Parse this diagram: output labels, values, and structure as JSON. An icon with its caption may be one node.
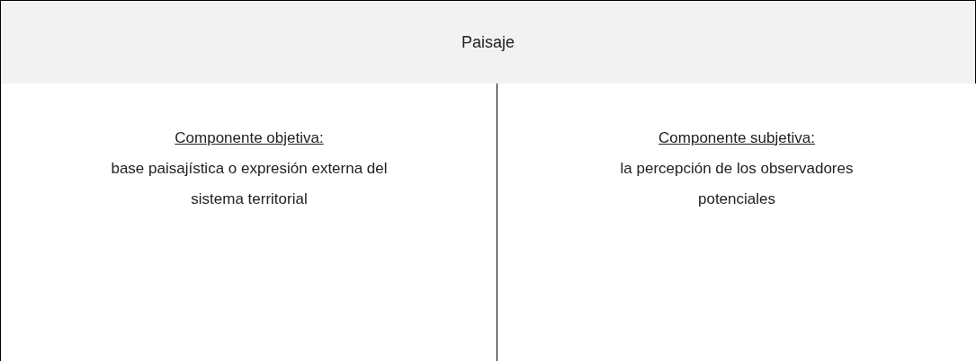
{
  "diagram": {
    "nodes": [
      {
        "text": [
          "Paisaje"
        ]
      },
      {
        "text": [
          "Componente objetiva:",
          "base paisajística o expresión externa del sistema territorial"
        ]
      },
      {
        "text": [
          "Componente subjetiva:",
          "la percepción de los observadores potenciales"
        ]
      }
    ]
  }
}
